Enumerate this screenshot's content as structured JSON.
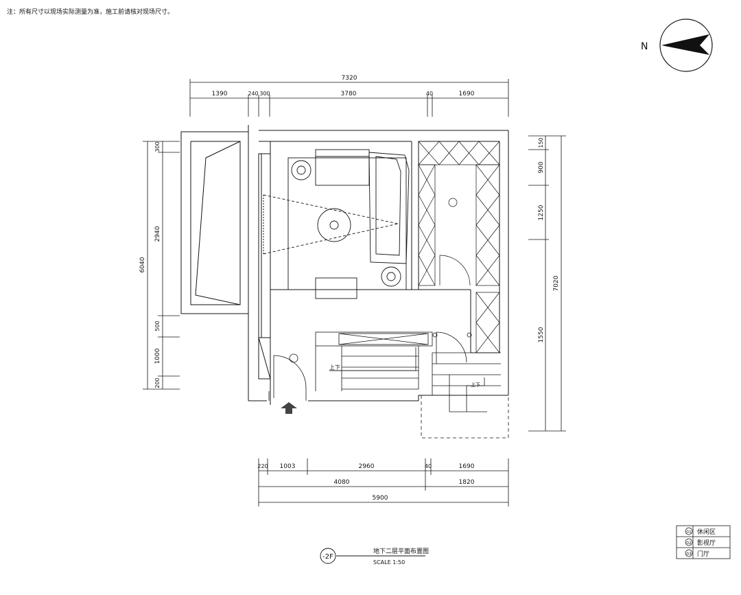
{
  "note": "注：所有尺寸以现场实际测量为准，施工前请核对现场尺寸。",
  "compass": {
    "label": "N"
  },
  "dimensions": {
    "top_total": "7320",
    "top_segments": [
      "1390",
      "240",
      "300",
      "3780",
      "40",
      "1690"
    ],
    "left_total": "6040",
    "left_segments": [
      "300",
      "2940",
      "500",
      "1000",
      "200"
    ],
    "right_total": "7020",
    "right_segments": [
      "150",
      "900",
      "1250",
      "1550"
    ],
    "bottom_row1": [
      "220",
      "1003",
      "2960",
      "40",
      "1690"
    ],
    "bottom_row2": [
      "4080",
      "1820"
    ],
    "bottom_total": "5900"
  },
  "stairs": {
    "up_label": "上下",
    "up_label2": "上下"
  },
  "title_block": {
    "tag": "-2F",
    "title": "地下二层平面布置图",
    "scale": "SCALE  1:50"
  },
  "legend": {
    "items": [
      {
        "num": "01",
        "label": "休闲区"
      },
      {
        "num": "02",
        "label": "影视厅"
      },
      {
        "num": "03",
        "label": "门厅"
      }
    ]
  }
}
